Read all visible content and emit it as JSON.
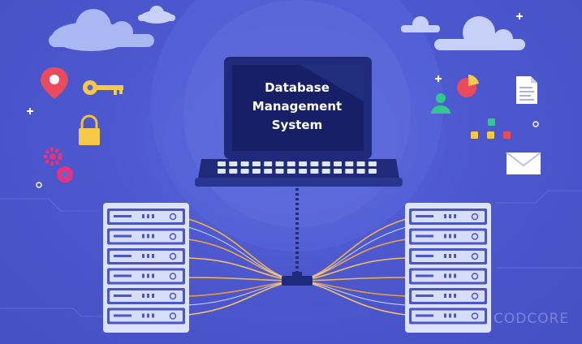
{
  "screen": {
    "line1": "Database",
    "line2": "Management",
    "line3": "System"
  },
  "watermark": "CODCORE",
  "colors": {
    "background": "#4a54c8",
    "laptop_body": "#1f2a7a",
    "screen": "#172066",
    "server": "#d6ddf8",
    "server_drive": "#4b55c6",
    "cables": "#f2b24a",
    "cloud": "#aab8f2",
    "pin": "#e94b5c",
    "key": "#f7c948",
    "lock": "#f7c948",
    "gear": "#e8327a",
    "user": "#2fc98e",
    "pie": "#e94b5c",
    "envelope": "#ffffff"
  },
  "icons": [
    "cloud-icon",
    "map-pin-icon",
    "key-icon",
    "lock-icon",
    "gears-icon",
    "pie-chart-icon",
    "user-icon",
    "document-icon",
    "blocks-icon",
    "envelope-icon",
    "sparkle-icon"
  ]
}
